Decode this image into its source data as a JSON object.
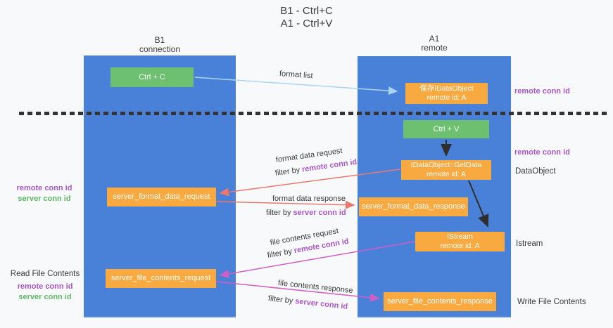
{
  "title": {
    "line1": "B1 - Ctrl+C",
    "line2": "A1 - Ctrl+V"
  },
  "lanes": {
    "b1": {
      "name": "B1",
      "subtitle": "connection"
    },
    "a1": {
      "name": "A1",
      "subtitle": "remote"
    }
  },
  "nodes": {
    "ctrl_c": {
      "label": "Ctrl + C"
    },
    "ctrl_v": {
      "label": "Ctrl + V"
    },
    "save_dataobject": {
      "line1": "保存IDataObject",
      "line2": "remote id: A"
    },
    "getdata": {
      "line1": "IDataObject::GetData",
      "line2": "remote id: A"
    },
    "istream": {
      "line1": "IStream",
      "line2": "remote id: A"
    },
    "server_format_data_request": {
      "label": "server_format_data_request"
    },
    "server_format_data_response": {
      "label": "server_format_data_response"
    },
    "server_file_contents_request": {
      "label": "server_file_contents_request"
    },
    "server_file_contents_response": {
      "label": "server_file_contents_response"
    }
  },
  "arrows": {
    "format_list": {
      "label": "format list"
    },
    "format_data_request": {
      "label": "format data request",
      "filter_prefix": "filter by",
      "filter_key": "remote conn id"
    },
    "format_data_response": {
      "label": "format data response",
      "filter_prefix": "filter by",
      "filter_key": "server conn id"
    },
    "file_contents_request": {
      "label": "file contents request",
      "filter_prefix": "filter by",
      "filter_key": "remote conn id"
    },
    "file_contents_response": {
      "label": "file contents response",
      "filter_prefix": "filter by",
      "filter_key": "server conn id"
    }
  },
  "annotations": {
    "right": {
      "remote_conn_id_top": "remote conn id",
      "remote_conn_id_mid": "remote conn id",
      "dataobject": "DataObject",
      "istream": "Istream",
      "write_file_contents": "Write File Contents"
    },
    "left": {
      "mid": {
        "remote": "remote conn id",
        "server": "server conn id"
      },
      "bottom": {
        "title": "Read File Contents",
        "remote": "remote conn id",
        "server": "server conn id"
      }
    }
  },
  "colors": {
    "lane_blue": "#4a81d8",
    "node_green": "#6ec071",
    "node_orange": "#f8a93f",
    "arrow_lightblue": "#aad5f2",
    "arrow_salmon": "#e9796f",
    "arrow_magenta": "#cf5ec6",
    "text_purple": "#a957cb",
    "text_green": "#61b865",
    "divider_dash": "#333333"
  }
}
